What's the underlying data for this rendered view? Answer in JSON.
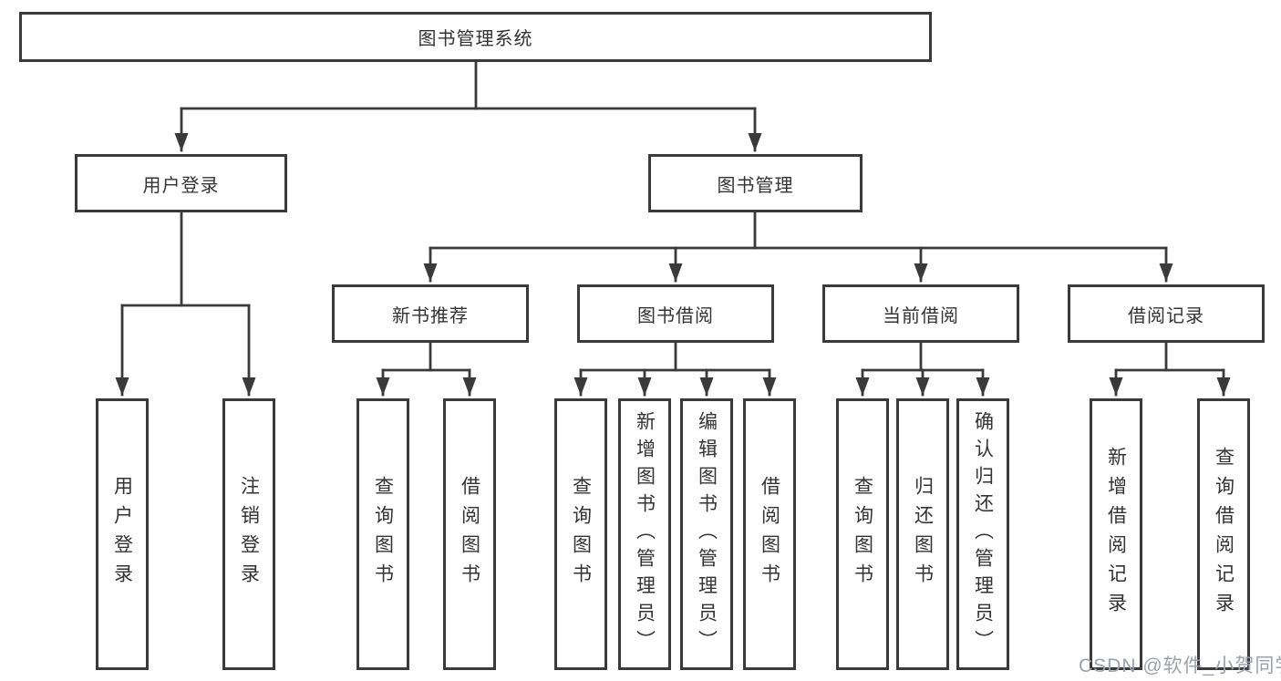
{
  "diagram": {
    "title_node": "图书管理系统",
    "level2": [
      "用户登录",
      "图书管理"
    ],
    "level3": [
      "新书推荐",
      "图书借阅",
      "当前借阅",
      "借阅记录"
    ],
    "leaves_login": [
      "用户登录",
      "注销登录"
    ],
    "leaves_recommend": [
      "查询图书",
      "借阅图书"
    ],
    "leaves_borrow": [
      "查询图书",
      "新增图书（管理员）",
      "编辑图书（管理员）",
      "借阅图书"
    ],
    "leaves_current": [
      "查询图书",
      "归还图书",
      "确认归还（管理员）"
    ],
    "leaves_records": [
      "新增借阅记录",
      "查询借阅记录"
    ],
    "watermark": "CSDN @软件_小贺同学",
    "colors": {
      "line": "#3a3a3a",
      "text": "#333333",
      "watermark": "#9aa2ae",
      "background": "#ffffff"
    }
  }
}
